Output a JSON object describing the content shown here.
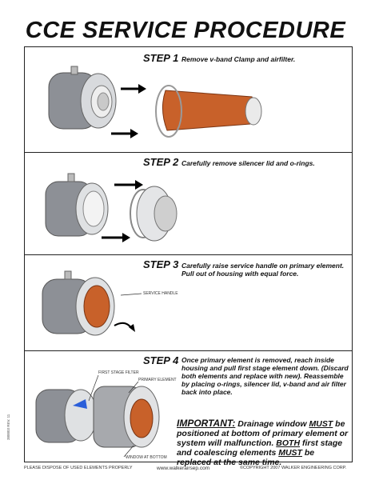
{
  "title": "CCE SERVICE PROCEDURE",
  "steps": [
    {
      "label": "STEP 1",
      "text": "Remove v-band Clamp and airfilter."
    },
    {
      "label": "STEP 2",
      "text": "Carefully remove silencer lid and o-rings."
    },
    {
      "label": "STEP 3",
      "text": "Carefully raise service handle on primary element. Pull out of housing with equal force."
    },
    {
      "label": "STEP 4",
      "text": "Once primary element is removed, reach inside housing and pull first stage element down. (Discard both elements and replace with new). Reassemble by placing o-rings, silencer lid, v-band and air filter back into place."
    }
  ],
  "labels": {
    "service_handle": "SERVICE HANDLE",
    "first_stage_filter": "FIRST STAGE FILTER",
    "primary_element": "PRIMARY ELEMENT",
    "window_at_bottom": "WINDOW AT BOTTOM"
  },
  "important": {
    "heading": "IMPORTANT:",
    "t1": " Drainage window ",
    "must1": "MUST",
    "t2": " be positioned at bottom of primary element or system will malfunction. ",
    "both": "BOTH",
    "t3": " first stage and coalescing elements ",
    "must2": "MUST",
    "t4": " be replaced at the same time."
  },
  "footer": {
    "left": "PLEASE DISPOSE OF USED ELEMENTS PROPERLY",
    "center": "www.walkerairsep.com",
    "right": "©COPYRIGHT 2007 WALKER ENGINEERING CORP."
  },
  "side_code": "380003 REV. 11"
}
